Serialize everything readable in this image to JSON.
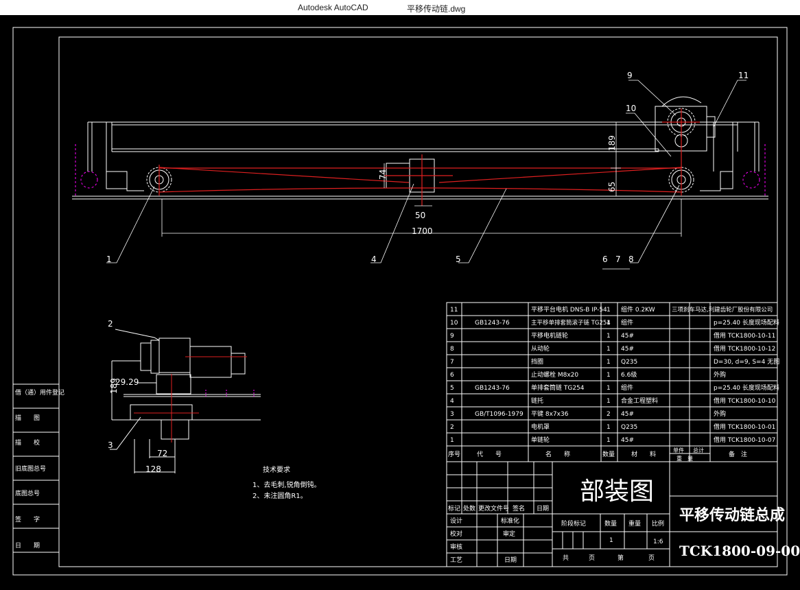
{
  "window": {
    "app_name": "Autodesk AutoCAD",
    "file_name": "平移传动链.dwg"
  },
  "drawing": {
    "callouts": [
      "1",
      "2",
      "3",
      "4",
      "5",
      "6",
      "7",
      "8",
      "9",
      "10",
      "11"
    ],
    "dims": {
      "d189_top": "189",
      "d74": "74",
      "d50": "50",
      "d65": "65",
      "d1700": "1700",
      "d189_side": "189",
      "d29": "29.29",
      "d72": "72",
      "d128": "128"
    },
    "tech": {
      "title": "技术要求",
      "line1": "1、去毛刺,锐角倒钝。",
      "line2": "2、未注圆角R1。"
    },
    "left_strip": [
      "借（通）用件登记",
      "描　　图",
      "描　　校",
      "旧底图总号",
      "底图总号",
      "签　　字",
      "日　　期"
    ]
  },
  "bom": {
    "rows": [
      {
        "no": "11",
        "code": "",
        "name": "平移平台电机 DNS-B IP-54",
        "qty": "1",
        "material": "组件 0.2KW",
        "note": "三项刹车马达,利建齿轮厂股份有限公司"
      },
      {
        "no": "10",
        "code": "GB1243-76",
        "name": "主平移单排套筒滚子链 TG254",
        "qty": "1",
        "material": "组件",
        "note": "p=25.40 长度现场配料"
      },
      {
        "no": "9",
        "code": "",
        "name": "平移电机链轮",
        "qty": "1",
        "material": "45#",
        "note": "借用 TCK1800-10-11"
      },
      {
        "no": "8",
        "code": "",
        "name": "从动轮",
        "qty": "1",
        "material": "45#",
        "note": "借用 TCK1800-10-12"
      },
      {
        "no": "7",
        "code": "",
        "name": "挡圈",
        "qty": "1",
        "material": "Q235",
        "note": "D=30, d=9, S=4 无图"
      },
      {
        "no": "6",
        "code": "",
        "name": "止动螺栓 M8x20",
        "qty": "1",
        "material": "6.6级",
        "note": "外购"
      },
      {
        "no": "5",
        "code": "GB1243-76",
        "name": "单排套筒链 TG254",
        "qty": "1",
        "material": "组件",
        "note": "p=25.40 长度现场配料"
      },
      {
        "no": "4",
        "code": "",
        "name": "链托",
        "qty": "1",
        "material": "合金工程塑料",
        "note": "借用 TCK1800-10-10"
      },
      {
        "no": "3",
        "code": "GB/T1096-1979",
        "name": "平键 8x7x36",
        "qty": "2",
        "material": "45#",
        "note": "外购"
      },
      {
        "no": "2",
        "code": "",
        "name": "电机罩",
        "qty": "1",
        "material": "Q235",
        "note": "借用 TCK1800-10-01"
      },
      {
        "no": "1",
        "code": "",
        "name": "单链轮",
        "qty": "1",
        "material": "45#",
        "note": "借用 TCK1800-10-07"
      }
    ],
    "header": {
      "no": "序号",
      "code": "代　　号",
      "name": "名　　称",
      "qty": "数量",
      "material": "材　　料",
      "unit": "单件",
      "total": "总计",
      "weight": "重　量",
      "note": "备　注"
    }
  },
  "titleblock": {
    "type_text": "部装图",
    "title": "平移传动链总成",
    "code": "TCK1800-09-00",
    "scale": "1:6",
    "qty": "1",
    "labels": {
      "mark": "标记",
      "count": "处数",
      "change_doc": "更改文件号",
      "sign": "签名",
      "date": "日期",
      "design": "设计",
      "standard": "标准化",
      "check": "校对",
      "review": "审定",
      "audit": "审核",
      "process": "工艺",
      "date2": "日期",
      "stage": "阶段标记",
      "qty_lbl": "数量",
      "weight_lbl": "重量",
      "scale_lbl": "比例",
      "total_pages": "共",
      "page_unit": "页",
      "page_no": "第",
      "page_unit2": "页"
    }
  }
}
